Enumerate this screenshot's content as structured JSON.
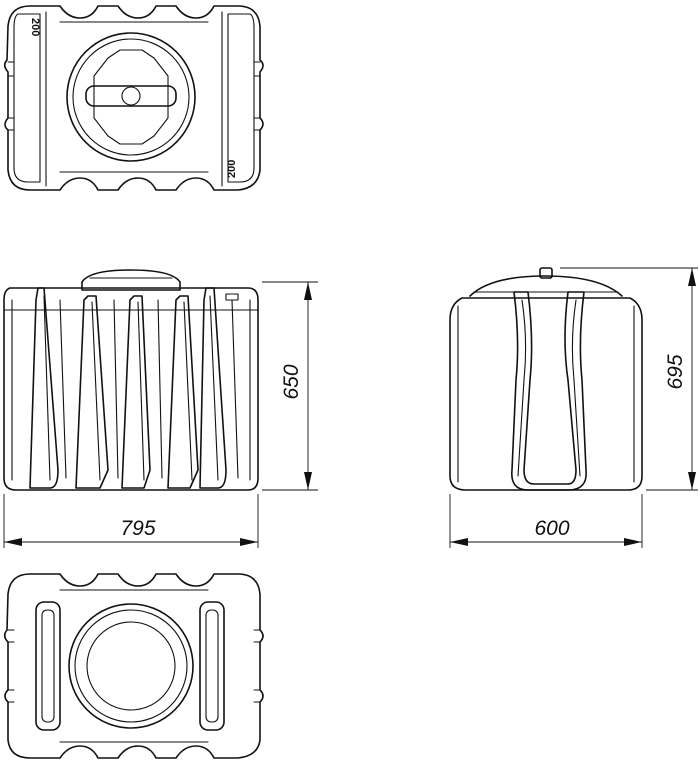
{
  "dimensions": {
    "width_front": "795",
    "height_front": "650",
    "width_side": "600",
    "height_side": "695"
  },
  "marks": {
    "left_mark": "200",
    "right_mark": "200"
  }
}
